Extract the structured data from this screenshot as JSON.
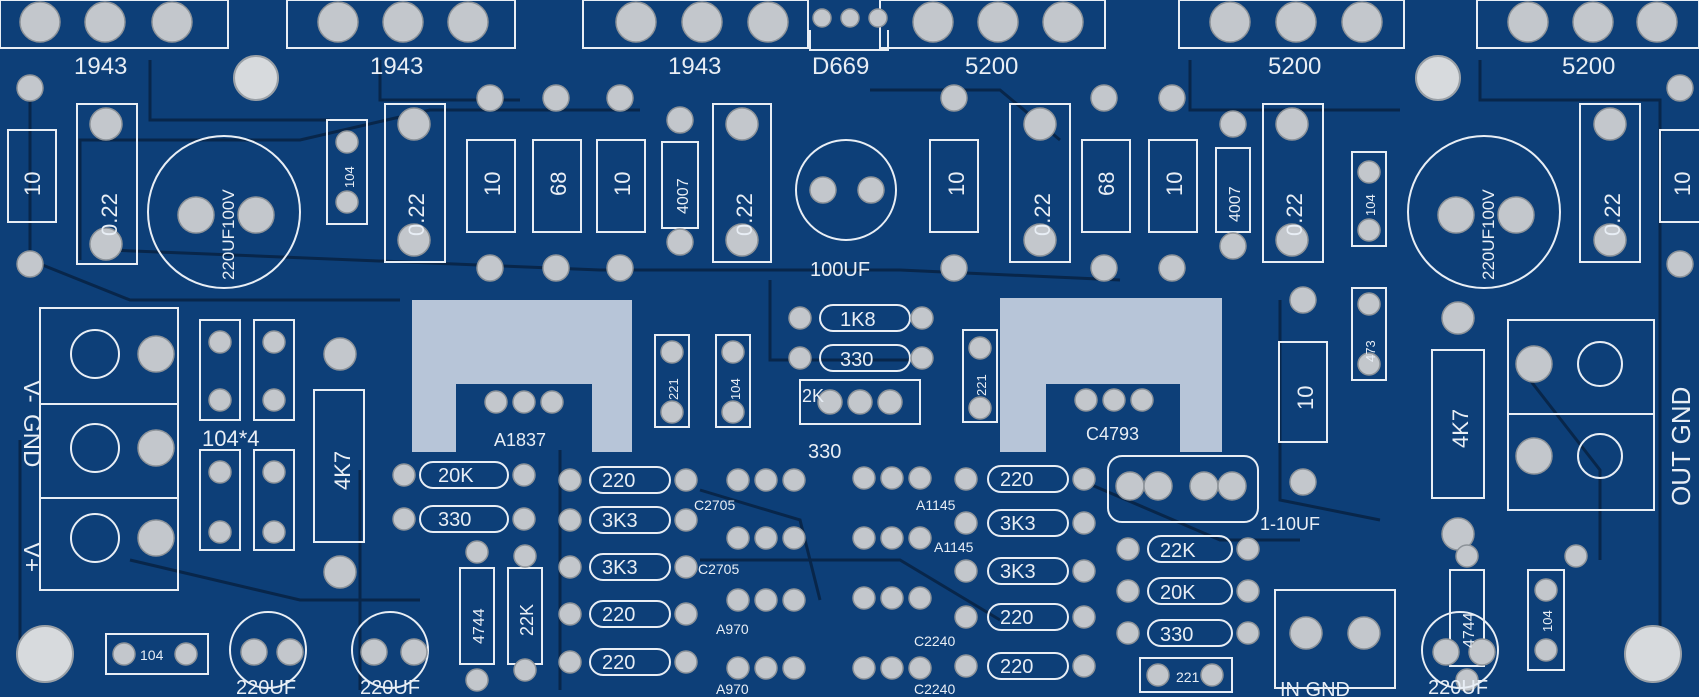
{
  "board": {
    "colors": {
      "substrate": "#0d3f78",
      "silkscreen": "#e8eef5",
      "pad": "#c3c7cc",
      "heatsink_plate": "#b7c5d8",
      "trace": "#08264a"
    }
  },
  "labels": {
    "t1943_a": "1943",
    "t1943_b": "1943",
    "t1943_c": "1943",
    "d669": "D669",
    "t5200_a": "5200",
    "t5200_b": "5200",
    "t5200_c": "5200",
    "r10_a": "10",
    "r022_a": "0.22",
    "c104_a": "104",
    "cap220_a": "220UF100V",
    "r022_b": "0.22",
    "r10_b": "10",
    "r68_a": "68",
    "r10_c": "10",
    "d4007_a": "4007",
    "r022_c": "0.22",
    "cap100": "100UF",
    "r10_d": "10",
    "r022_d": "0.22",
    "r68_b": "68",
    "r10_e": "10",
    "d4007_b": "4007",
    "r022_e": "0.22",
    "c104_b": "104",
    "cap220_b": "220UF100V",
    "r022_f": "0.22",
    "r10_f": "10",
    "term_vminus": "V-",
    "term_gnd": "GND",
    "term_vplus": "V+",
    "c104x4": "104*4",
    "r4k7_a": "4K7",
    "a1837": "A1837",
    "r1k8": "1K8",
    "r330_a": "330",
    "c221_a": "221",
    "c104_c": "104",
    "pot2k": "2K",
    "r330_lbl": "330",
    "c221_b": "221",
    "c4793": "C4793",
    "c473": "473",
    "r10_g": "10",
    "r4k7_b": "4K7",
    "out_gnd": "OUT  GND",
    "r20k_a": "20K",
    "r330_b": "330",
    "r220_a": "220",
    "r3k3_a": "3K3",
    "r3k3_b": "3K3",
    "r220_b": "220",
    "r220_c": "220",
    "c2705_a": "C2705",
    "c2705_b": "C2705",
    "a970_a": "A970",
    "a970_b": "A970",
    "a1145_a": "A1145",
    "a1145_b": "A1145",
    "c2240_a": "C2240",
    "c2240_b": "C2240",
    "r220_d": "220",
    "r3k3_c": "3K3",
    "r3k3_d": "3K3",
    "r220_e": "220",
    "r220_f": "220",
    "cap1_10": "1-10UF",
    "r22k_a": "22K",
    "r20k_b": "20K",
    "r330_c": "330",
    "c221_c": "221",
    "in_gnd": "IN   GND",
    "d4744_a": "4744",
    "r22k_b": "22K",
    "c104_d": "104",
    "cap220uf_a": "220UF",
    "cap220uf_b": "220UF",
    "cap220uf_c": "220UF",
    "d4744_b": "4744",
    "c104_e": "104"
  }
}
